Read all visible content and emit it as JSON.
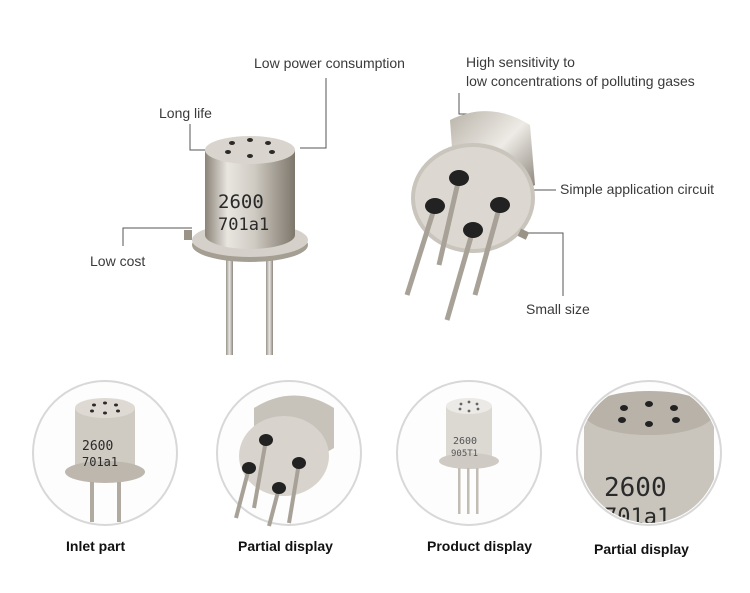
{
  "callouts": {
    "low_power": "Low power consumption",
    "long_life": "Long life",
    "low_cost": "Low cost",
    "high_sensitivity_line1": "High sensitivity to",
    "high_sensitivity_line2": "low concentrations of polluting gases",
    "simple_circuit": "Simple application circuit",
    "small_size": "Small size"
  },
  "sensor_marking": {
    "line1": "2600",
    "line2": "701a1"
  },
  "product_marking": {
    "line1": "2600",
    "line2": "905T1"
  },
  "captions": {
    "inlet": "Inlet part",
    "partial1": "Partial display",
    "product": "Product display",
    "partial2": "Partial display"
  },
  "colors": {
    "metal_light": "#e6e3dd",
    "metal_dark": "#8c8479",
    "line": "#555555"
  }
}
